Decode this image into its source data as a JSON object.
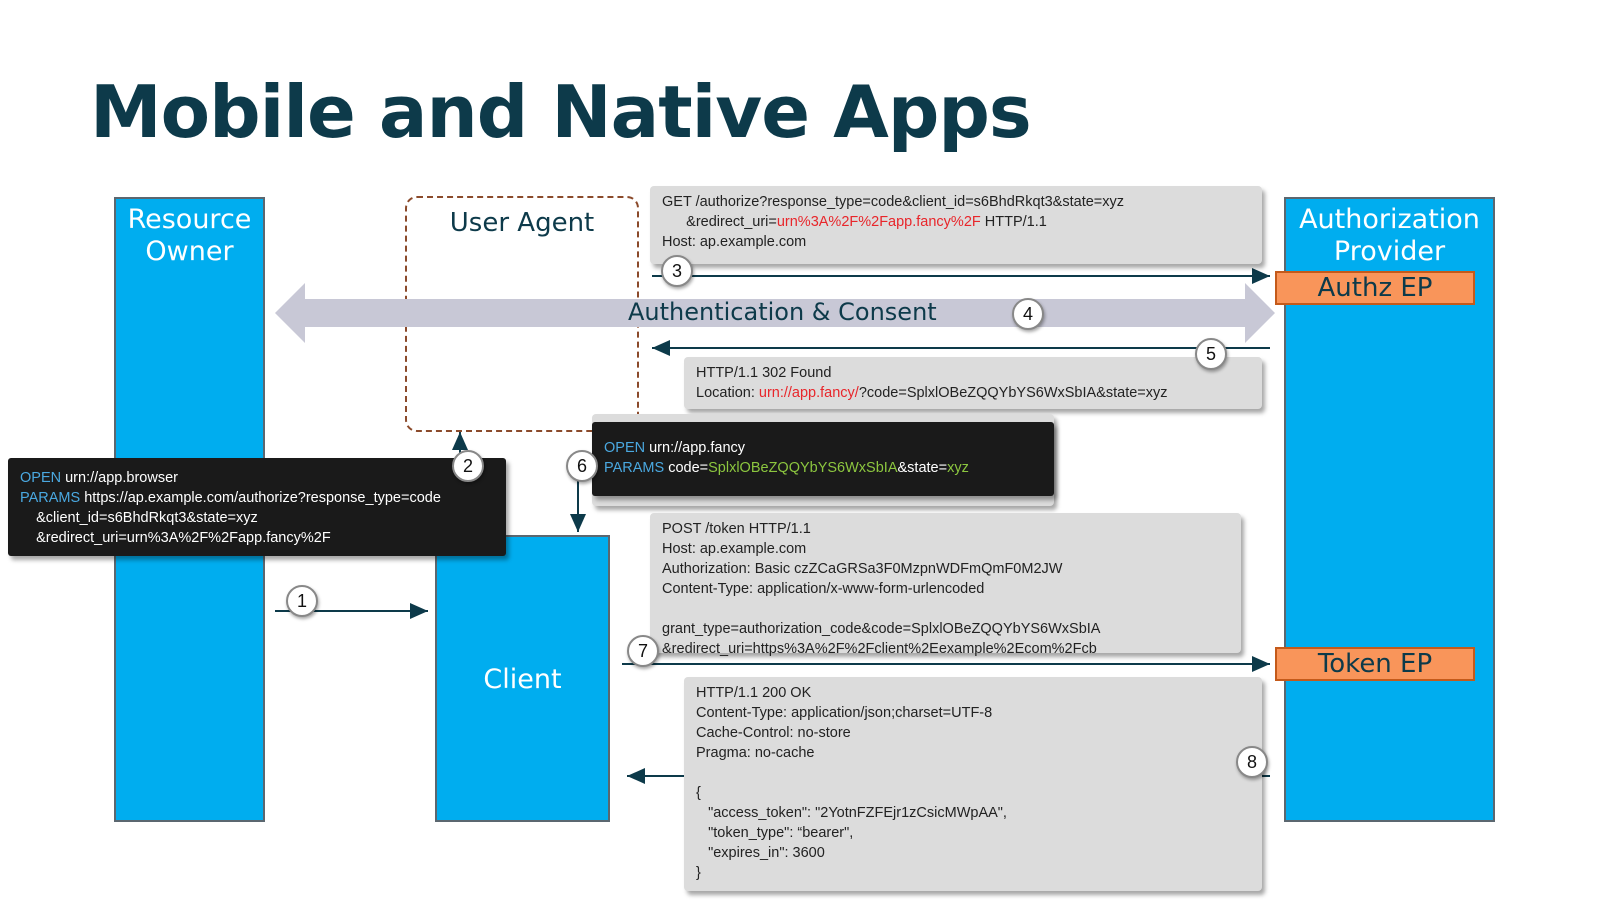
{
  "slide": {
    "title": "Mobile and Native Apps"
  },
  "lanes": {
    "resource_owner": "Resource\nOwner",
    "user_agent": "User Agent",
    "client": "Client",
    "authorization_provider": "Authorization\nProvider"
  },
  "endpoints": {
    "authz": "Authz EP",
    "token": "Token EP"
  },
  "band": {
    "label": "Authentication & Consent"
  },
  "steps": [
    "1",
    "2",
    "3",
    "4",
    "5",
    "6",
    "7",
    "8"
  ],
  "messages": {
    "authorize_request": {
      "line1": "GET /authorize?response_type=code&client_id=s6BhdRkqt3&state=xyz",
      "line2_prefix": "      &redirect_uri=",
      "line2_red": "urn%3A%2F%2Fapp.fancy%2F",
      "line2_suffix": " HTTP/1.1",
      "line3": "Host: ap.example.com"
    },
    "redirect_response": {
      "line1": "HTTP/1.1 302 Found",
      "line2_prefix": "Location: ",
      "line2_red": "urn://app.fancy/",
      "line2_suffix": "?code=SplxlOBeZQQYbYS6WxSbIA&state=xyz"
    },
    "open_browser": {
      "kw1": "OPEN",
      "line1": " urn://app.browser",
      "kw2": "PARAMS",
      "line2": " https://ap.example.com/authorize?response_type=code",
      "line3": "    &client_id=s6BhdRkqt3&state=xyz",
      "line4": "    &redirect_uri=urn%3A%2F%2Fapp.fancy%2F"
    },
    "open_app": {
      "kw1": "OPEN",
      "line1": " urn://app.fancy",
      "kw2": "PARAMS",
      "code_label": " code=",
      "code_value": "SplxlOBeZQQYbYS6WxSbIA",
      "state_label": "&state=",
      "state_value": "xyz"
    },
    "token_request": {
      "line1": "POST /token HTTP/1.1",
      "line2": "Host: ap.example.com",
      "line3": "Authorization: Basic czZCaGRSa3F0MzpnWDFmQmF0M2JW",
      "line4": "Content-Type: application/x-www-form-urlencoded",
      "line5": "",
      "line6": "grant_type=authorization_code&code=SplxlOBeZQQYbYS6WxSbIA",
      "line7": "&redirect_uri=https%3A%2F%2Fclient%2Eexample%2Ecom%2Fcb"
    },
    "token_response": {
      "line1": "HTTP/1.1 200 OK",
      "line2": "Content-Type: application/json;charset=UTF-8",
      "line3": "Cache-Control: no-store",
      "line4": "Pragma: no-cache",
      "line5": "",
      "line6": "{",
      "line7": "   \"access_token\": \"2YotnFZFEjr1zCsicMWpAA\",",
      "line8": "   \"token_type\": “bearer\",",
      "line9": "   \"expires_in\": 3600",
      "line10": "}"
    }
  },
  "colors": {
    "lane_blue": "#00adef",
    "endpoint_orange": "#f9955a",
    "title_navy": "#0d3a4a",
    "highlight_red": "#e8262b",
    "keyword_blue": "#4aa8e0",
    "value_green": "#8cc63f"
  }
}
